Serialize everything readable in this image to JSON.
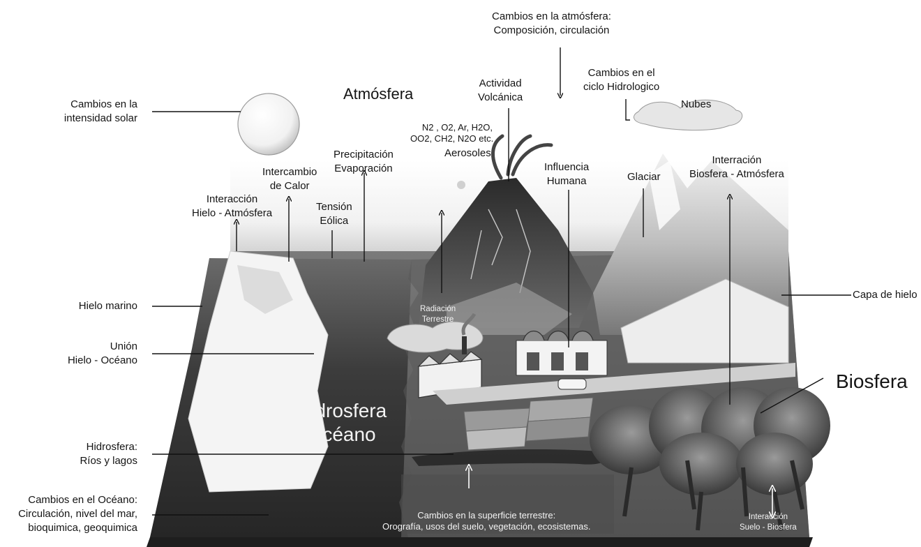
{
  "labels": {
    "atmosfera_cambios": [
      "Cambios en la atmósfera:",
      "Composición, circulación"
    ],
    "atmosfera": "Atmósfera",
    "actividad_volcanica": [
      "Actividad",
      "Volcánica"
    ],
    "ciclo_hidrologico": [
      "Cambios en el",
      "ciclo Hidrologico"
    ],
    "nubes": "Nubes",
    "intensidad_solar": [
      "Cambios en la",
      "intensidad solar"
    ],
    "gases": [
      "N2 , O2, Ar, H2O,",
      "OO2, CH2, N2O etc."
    ],
    "aerosoles": "Aerosoles",
    "precipitacion": [
      "Precipitación",
      "Evaporación"
    ],
    "intercambio_calor": [
      "Intercambio",
      "de Calor"
    ],
    "influencia_humana": [
      "Influencia",
      "Humana"
    ],
    "glaciar": "Glaciar",
    "biosfera_atmosfera": [
      "Interración",
      "Biosfera - Atmósfera"
    ],
    "hielo_atmosfera": [
      "Interacción",
      "Hielo - Atmósfera"
    ],
    "tension_eolica": [
      "Tensión",
      "Eólica"
    ],
    "hielo_marino": "Hielo marino",
    "capa_hielo": "Capa de hielo",
    "radiacion_terrestre": [
      "Radiación",
      "Terrestre"
    ],
    "union_hielo_oceano": [
      "Unión",
      "Hielo - Océano"
    ],
    "biosfera": "Biosfera",
    "hidrosfera_oceano": [
      "Hidrosfera",
      "Océano"
    ],
    "rios_lagos": [
      "Hidrosfera:",
      "Ríos y lagos"
    ],
    "cambios_oceano": [
      "Cambios en el Océano:",
      "Circulación, nivel del mar,",
      "bioquimica, geoquimica"
    ],
    "superficie_terrestre": [
      "Cambios en la superficie terrestre:",
      "Orografía, usos del suelo, vegetación, ecosistemas."
    ],
    "suelo_biosfera": [
      "Interacción",
      "Suelo - Biosfera"
    ]
  }
}
